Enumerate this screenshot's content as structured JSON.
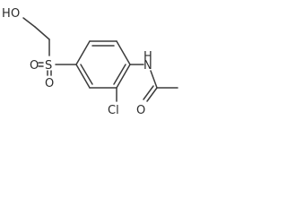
{
  "molecule": {
    "atoms": {
      "hydroxyl_o": "O",
      "hydroxyl_h": "H",
      "sulfur": "S",
      "sulfonyl_o_upper": "O",
      "sulfonyl_o_lower": "O",
      "amide_n": "N",
      "amide_h": "H",
      "carbonyl_o": "O",
      "chlorine": "Cl"
    }
  }
}
